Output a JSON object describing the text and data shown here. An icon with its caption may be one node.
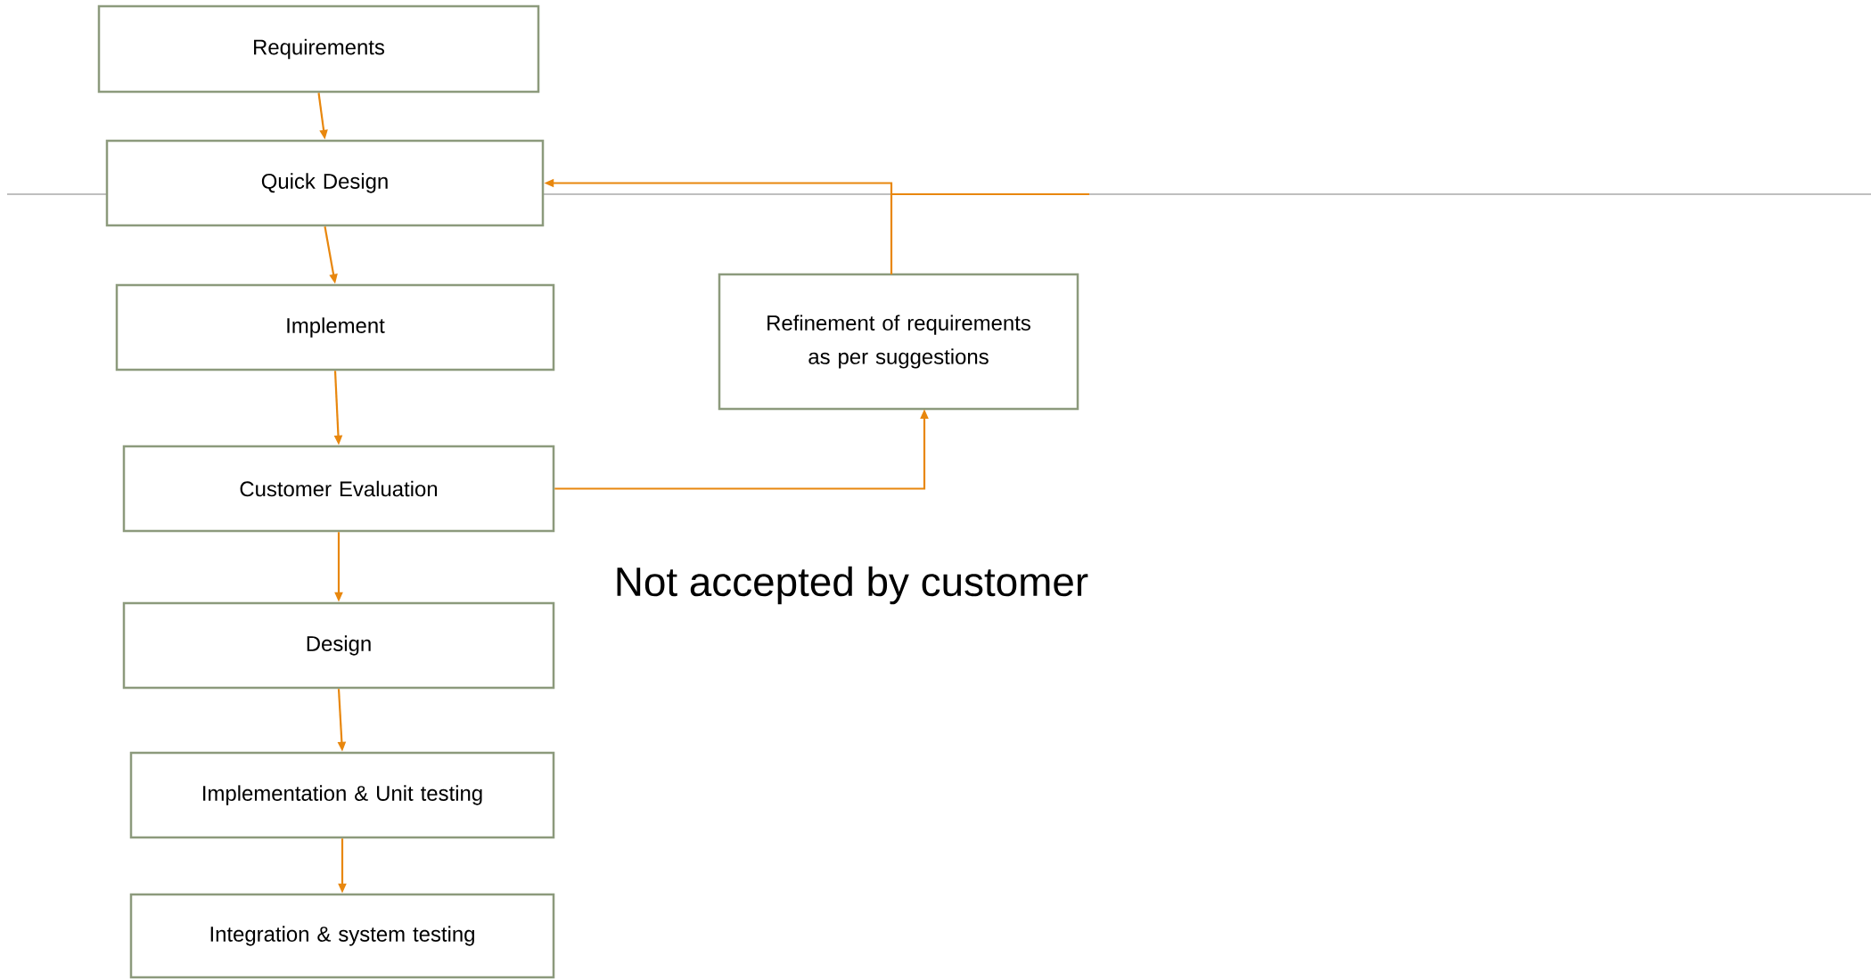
{
  "diagram": {
    "nodes": [
      {
        "text": [
          "Requirements"
        ]
      },
      {
        "text": [
          "Quick Design"
        ]
      },
      {
        "text": [
          "Implement"
        ]
      },
      {
        "text": [
          "Customer Evaluation"
        ]
      },
      {
        "text": [
          "Design"
        ]
      },
      {
        "text": [
          "Implementation & Unit testing"
        ]
      },
      {
        "text": [
          "Integration & system testing"
        ]
      },
      {
        "text": [
          "Refinement of requirements as per suggestions"
        ]
      }
    ],
    "edges": [
      {
        "from": 0,
        "to": 1,
        "arrow": "to"
      },
      {
        "from": 1,
        "to": 2,
        "arrow": "to"
      },
      {
        "from": 2,
        "to": 3,
        "arrow": "to"
      },
      {
        "from": 3,
        "to": 4,
        "arrow": "to"
      },
      {
        "from": 4,
        "to": 5,
        "arrow": "to"
      },
      {
        "from": 5,
        "to": 6,
        "arrow": "to"
      },
      {
        "from": 3,
        "to": 7,
        "arrow": "to"
      },
      {
        "from": 7,
        "to": 1,
        "arrow": "to"
      }
    ],
    "labels": [
      "Not accepted by customer"
    ]
  }
}
